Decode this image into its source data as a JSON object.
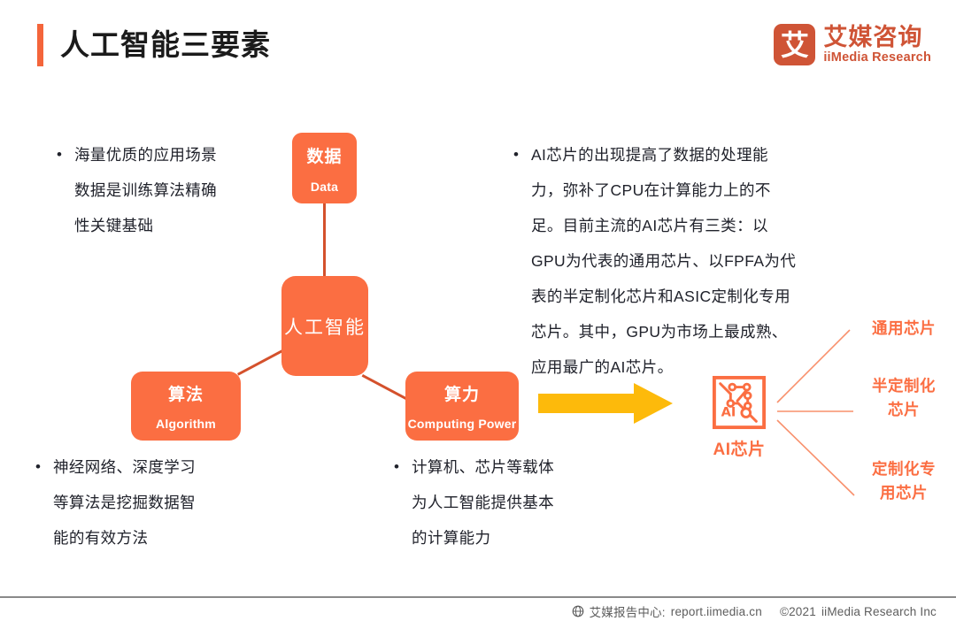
{
  "header": {
    "title": "人工智能三要素",
    "accent_color": "#f4653b"
  },
  "logo": {
    "mark_char": "艾",
    "name_cn": "艾媒咨询",
    "name_en": "iiMedia Research",
    "color": "#cf5436"
  },
  "diagram": {
    "nodes": [
      {
        "cn": "数据",
        "en": "Data"
      },
      {
        "cn": "人工智能",
        "en": ""
      },
      {
        "cn": "算法",
        "en": "Algorithm"
      },
      {
        "cn": "算力",
        "en": "Computing Power"
      }
    ],
    "node_color": "#fb6e42",
    "connector_color": "#d4512c",
    "arrow_color": "#fdba0b"
  },
  "bullets": {
    "data": {
      "marker": "•",
      "lines": [
        "海量优质的应用场景",
        "数据是训练算法精确",
        "性关键基础"
      ]
    },
    "algorithm": {
      "marker": "•",
      "lines": [
        "神经网络、深度学习",
        "等算法是挖掘数据智",
        "能的有效方法"
      ]
    },
    "computing": {
      "marker": "•",
      "lines": [
        "计算机、芯片等载体",
        "为人工智能提供基本",
        "的计算能力"
      ]
    },
    "ai_chip": {
      "marker": "•",
      "lines": [
        "AI芯片的出现提高了数据的处理能",
        "力，弥补了CPU在计算能力上的不",
        "足。目前主流的AI芯片有三类：以",
        "GPU为代表的通用芯片、以FPFA为代",
        "表的半定制化芯片和ASIC定制化专用",
        "芯片。其中，GPU为市场上最成熟、",
        "应用最广的AI芯片。"
      ]
    }
  },
  "chip": {
    "icon_name": "ai-chip-icon",
    "icon_text": "AI",
    "label": "AI芯片",
    "color": "#fb6e42",
    "types": [
      {
        "line1": "通用芯片",
        "line2": ""
      },
      {
        "line1": "半定制化",
        "line2": "芯片"
      },
      {
        "line1": "定制化专",
        "line2": "用芯片"
      }
    ]
  },
  "footer": {
    "icon_name": "globe-icon",
    "site_label": "艾媒报告中心:",
    "site_url": "report.iimedia.cn",
    "copyright": "©2021",
    "company": "iiMedia Research  Inc"
  }
}
